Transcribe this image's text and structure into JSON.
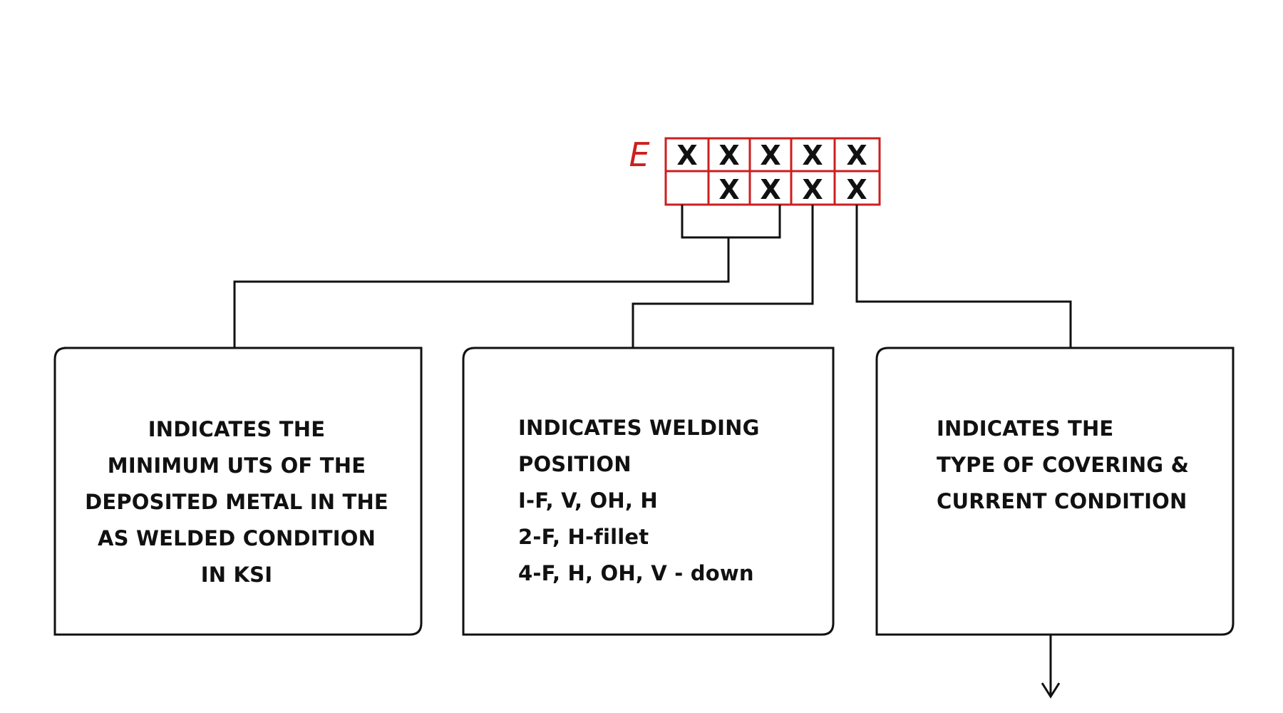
{
  "code": {
    "prefix": "E",
    "row1": [
      "X",
      "X",
      "X",
      "X",
      "X"
    ],
    "row2": [
      "",
      "X",
      "X",
      "X",
      "X"
    ],
    "grid_color": "#cc1f1f"
  },
  "boxes": [
    {
      "lines": [
        "INDICATES THE",
        "MINIMUM UTS OF THE",
        "DEPOSITED METAL IN THE",
        "AS WELDED CONDITION",
        "IN KSI"
      ]
    },
    {
      "lines": [
        "INDICATES WELDING",
        "POSITION",
        "I-F, V, OH, H",
        "2-F, H-fillet",
        "4-F, H, OH, V - down"
      ]
    },
    {
      "lines": [
        "INDICATES THE",
        "TYPE OF COVERING &",
        "CURRENT CONDITION"
      ]
    }
  ],
  "colors": {
    "line": "#111111",
    "accent": "#cc1f1f"
  }
}
